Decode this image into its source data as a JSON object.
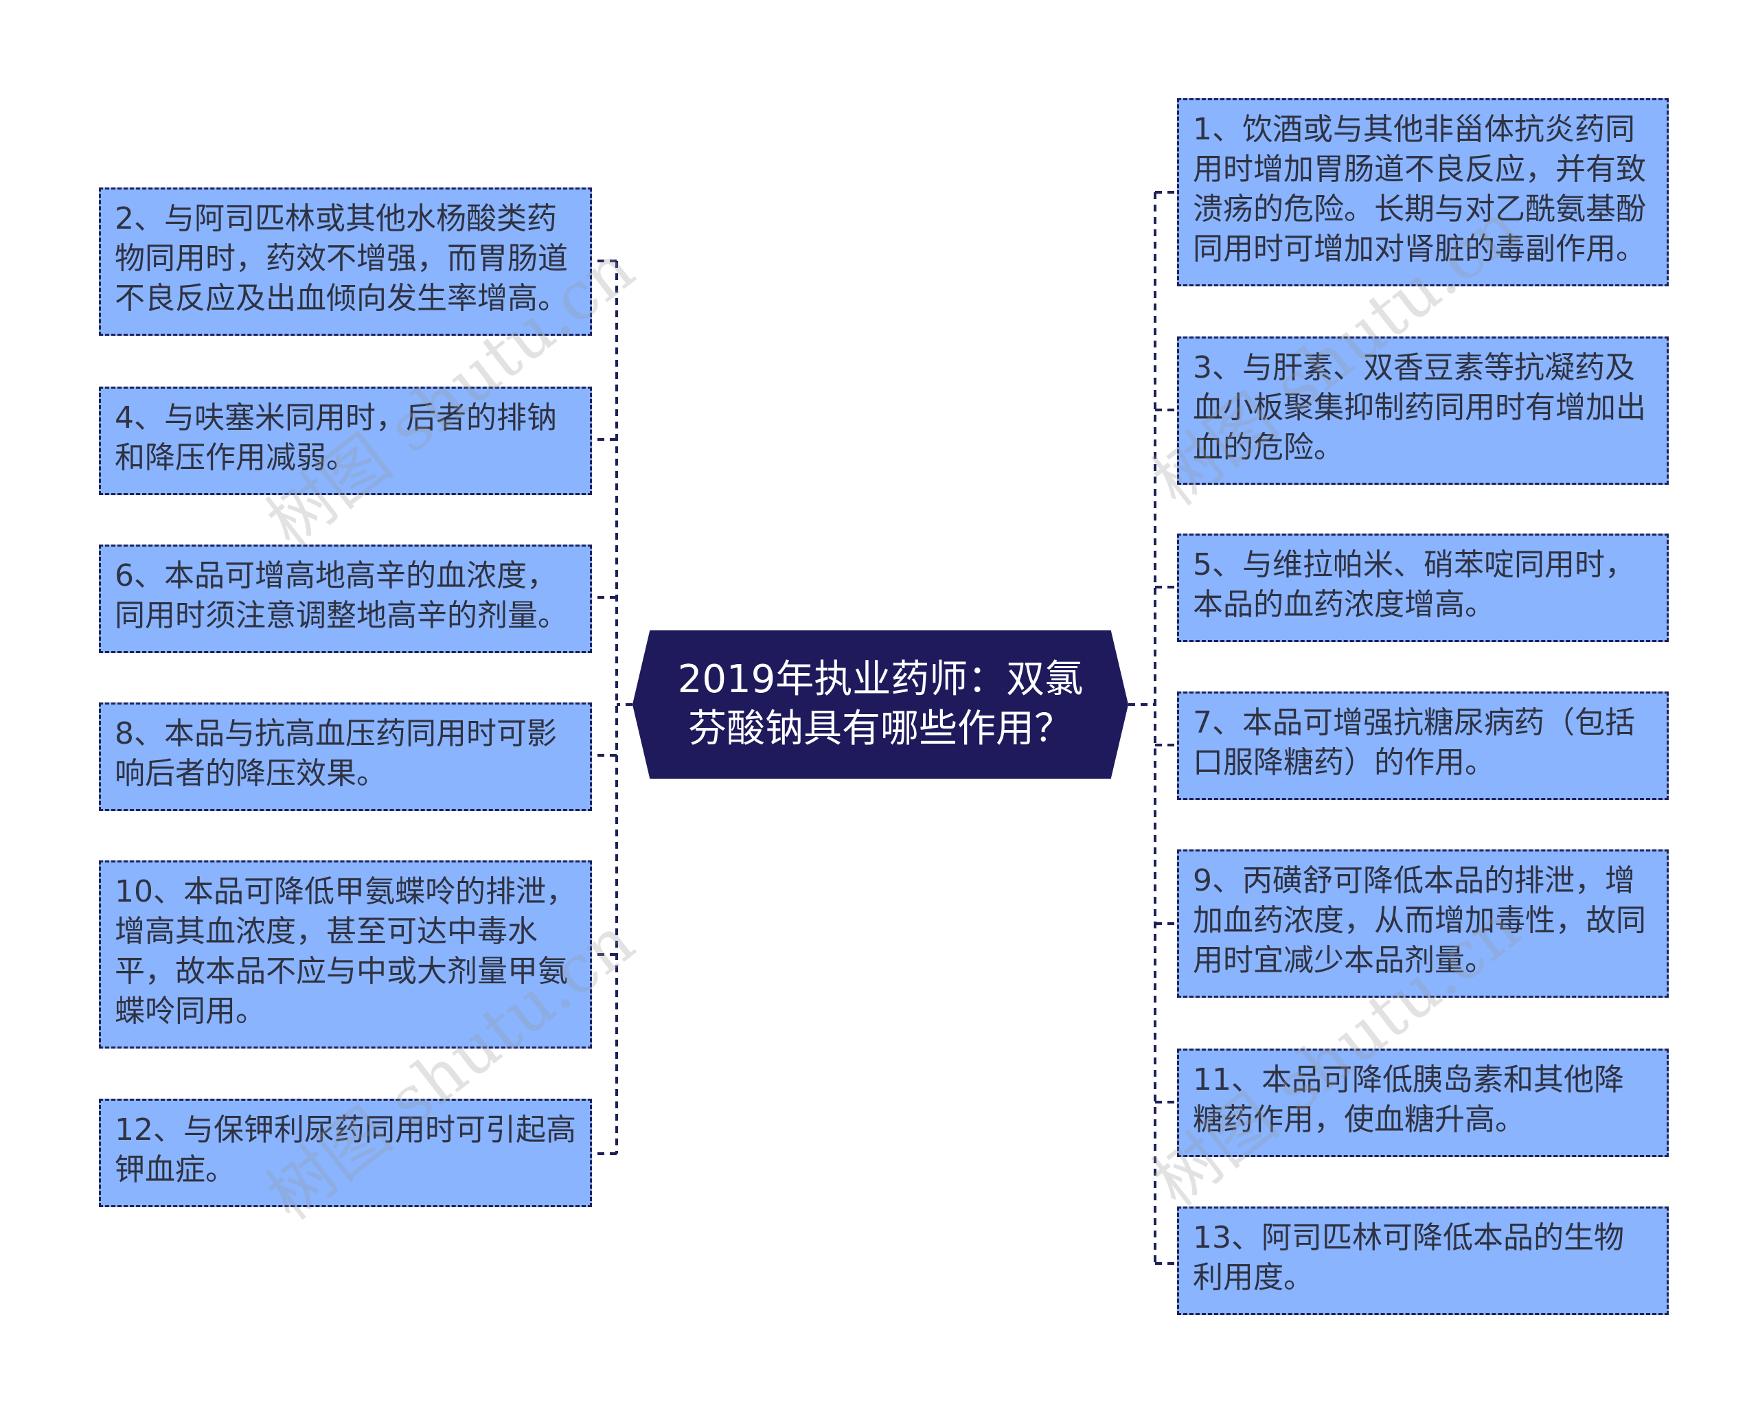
{
  "center": {
    "title": "2019年执业药师：双氯芬酸钠具有哪些作用？"
  },
  "left_nodes": [
    {
      "text": "2、与阿司匹林或其他水杨酸类药物同用时，药效不增强，而胃肠道不良反应及出血倾向发生率增高。"
    },
    {
      "text": "4、与呋塞米同用时，后者的排钠和降压作用减弱。"
    },
    {
      "text": "6、本品可增高地高辛的血浓度，同用时须注意调整地高辛的剂量。"
    },
    {
      "text": "8、本品与抗高血压药同用时可影响后者的降压效果。"
    },
    {
      "text": "10、本品可降低甲氨蝶呤的排泄，增高其血浓度，甚至可达中毒水平，故本品不应与中或大剂量甲氨蝶呤同用。"
    },
    {
      "text": "12、与保钾利尿药同用时可引起高钾血症。"
    }
  ],
  "right_nodes": [
    {
      "text": "1、饮酒或与其他非甾体抗炎药同用时增加胃肠道不良反应，并有致溃疡的危险。长期与对乙酰氨基酚同用时可增加对肾脏的毒副作用。"
    },
    {
      "text": "3、与肝素、双香豆素等抗凝药及血小板聚集抑制药同用时有增加出血的危险。"
    },
    {
      "text": "5、与维拉帕米、硝苯啶同用时，本品的血药浓度增高。"
    },
    {
      "text": "7、本品可增强抗糖尿病药（包括口服降糖药）的作用。"
    },
    {
      "text": "9、丙磺舒可降低本品的排泄，增加血药浓度，从而增加毒性，故同用时宜减少本品剂量。"
    },
    {
      "text": "11、本品可降低胰岛素和其他降糖药作用，使血糖升高。"
    },
    {
      "text": "13、阿司匹林可降低本品的生物利用度。"
    }
  ],
  "watermark": "树图 shutu.cn",
  "colors": {
    "node_fill": "#8ab4fe",
    "center_fill": "#1e1a5c",
    "line": "#1e2158"
  }
}
